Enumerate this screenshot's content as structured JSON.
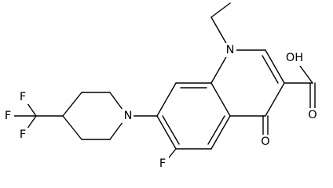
{
  "structure": {
    "atoms": {
      "f_top": "F",
      "f_left": "F",
      "f_bottom": "F",
      "n_piperidine": "N",
      "n_quinolone": "N",
      "f_ring": "F",
      "o_ketone": "O",
      "oh_acid": "OH",
      "o_acid": "O"
    },
    "colors": {
      "bond": "#000000",
      "label": "#000000",
      "background": "#ffffff"
    }
  }
}
